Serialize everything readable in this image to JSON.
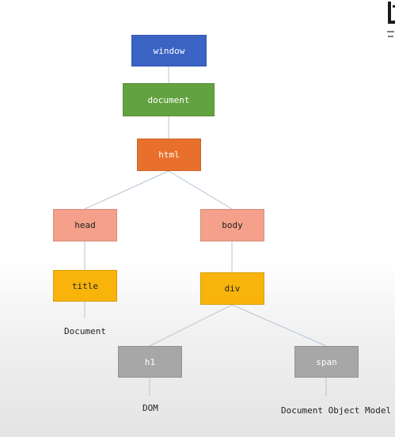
{
  "nodes": {
    "window": {
      "label": "window",
      "bg": "#3b63c4",
      "fg": "#ffffff"
    },
    "document": {
      "label": "document",
      "bg": "#62a33f",
      "fg": "#ffffff"
    },
    "html": {
      "label": "html",
      "bg": "#e8702c",
      "fg": "#ffffff"
    },
    "head": {
      "label": "head",
      "bg": "#f4a08a",
      "fg": "#222222"
    },
    "body": {
      "label": "body",
      "bg": "#f4a08a",
      "fg": "#222222"
    },
    "title": {
      "label": "title",
      "bg": "#f8b40a",
      "fg": "#222222"
    },
    "div": {
      "label": "div",
      "bg": "#f8b40a",
      "fg": "#222222"
    },
    "h1": {
      "label": "h1",
      "bg": "#a7a7a7",
      "fg": "#ffffff"
    },
    "span": {
      "label": "span",
      "bg": "#a7a7a7",
      "fg": "#ffffff"
    }
  },
  "text_nodes": {
    "title_text": "Document",
    "h1_text": "DOM",
    "span_text": "Document Object Model"
  },
  "connector_color": "#b4c4d4"
}
